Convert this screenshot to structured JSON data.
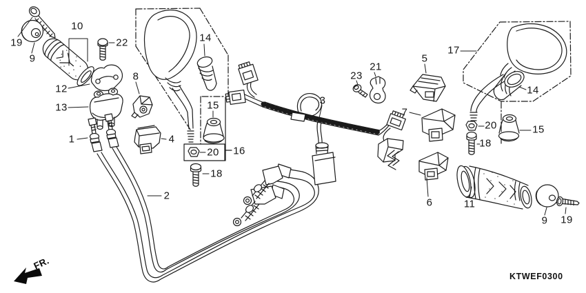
{
  "diagram": {
    "code": "KTWEF0300",
    "direction_label": "FR.",
    "line_color": "#1a1a1a",
    "background": "#ffffff"
  },
  "callouts": [
    {
      "id": "19-left",
      "text": "19"
    },
    {
      "id": "9-left",
      "text": "9"
    },
    {
      "id": "10",
      "text": "10"
    },
    {
      "id": "22",
      "text": "22"
    },
    {
      "id": "12",
      "text": "12"
    },
    {
      "id": "13",
      "text": "13"
    },
    {
      "id": "8",
      "text": "8"
    },
    {
      "id": "1",
      "text": "1"
    },
    {
      "id": "4",
      "text": "4"
    },
    {
      "id": "2",
      "text": "2"
    },
    {
      "id": "14-left",
      "text": "14"
    },
    {
      "id": "15-left",
      "text": "15"
    },
    {
      "id": "20-left",
      "text": "20"
    },
    {
      "id": "16",
      "text": "16"
    },
    {
      "id": "18-left",
      "text": "18"
    },
    {
      "id": "3",
      "text": "3"
    },
    {
      "id": "23",
      "text": "23"
    },
    {
      "id": "21",
      "text": "21"
    },
    {
      "id": "5",
      "text": "5"
    },
    {
      "id": "7",
      "text": "7"
    },
    {
      "id": "6",
      "text": "6"
    },
    {
      "id": "17",
      "text": "17"
    },
    {
      "id": "14-right",
      "text": "14"
    },
    {
      "id": "20-right",
      "text": "20"
    },
    {
      "id": "15-right",
      "text": "15"
    },
    {
      "id": "18-right",
      "text": "18"
    },
    {
      "id": "11",
      "text": "11"
    },
    {
      "id": "9-right",
      "text": "9"
    },
    {
      "id": "19-right",
      "text": "19"
    }
  ]
}
